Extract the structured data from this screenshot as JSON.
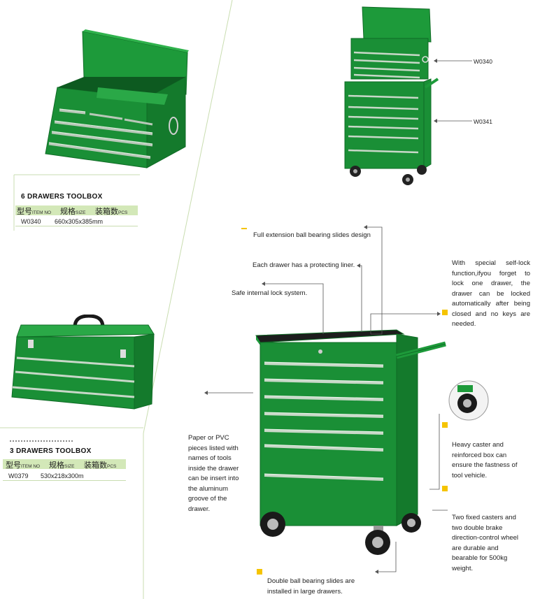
{
  "products": {
    "six_drawer": {
      "title": "6 DRAWERS TOOLBOX",
      "headers": [
        {
          "cn": "型号",
          "en": "ITEM NO"
        },
        {
          "cn": "规格",
          "en": "SIZE"
        },
        {
          "cn": "装箱数",
          "en": "PCS"
        }
      ],
      "item_no": "W0340",
      "size": "660x305x385mm"
    },
    "three_drawer": {
      "title": "3 DRAWERS TOOLBOX",
      "headers": [
        {
          "cn": "型号",
          "en": "ITEM NO"
        },
        {
          "cn": "规格",
          "en": "SIZE"
        },
        {
          "cn": "装箱数",
          "en": "PCS"
        }
      ],
      "item_no": "W0379",
      "size": "530x218x300m"
    }
  },
  "stack_labels": {
    "top": "W0340",
    "bottom": "W0341"
  },
  "features": {
    "slides": "Full extension ball bearing slides design",
    "liner": "Each drawer has a protecting liner.",
    "lock": "Safe internal lock system.",
    "self_lock": "With special self-lock function,ifyou forget to lock one drawer, the drawer can be locked automatically after being closed and no keys are needed.",
    "paper": "Paper or PVC pieces listed with names of tools inside the drawer can be insert into the aluminum groove of the drawer.",
    "caster": "Heavy caster and reinforced box can ensure the fastness of tool vehicle.",
    "fixed_casters": "Two fixed casters and two double brake direction-control wheel are durable and bearable for 500kg weight.",
    "double_slides": "Double ball bearing slides are installed in large drawers."
  },
  "colors": {
    "green": "#1d9a3a",
    "green_dark": "#0f6b25",
    "bullet": "#f5c400",
    "spec_band": "#d3e8b8"
  }
}
